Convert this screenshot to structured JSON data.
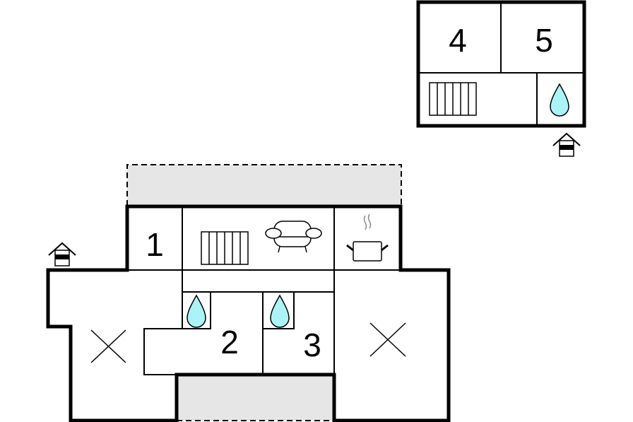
{
  "rooms": {
    "r1": "1",
    "r2": "2",
    "r3": "3",
    "r4": "4",
    "r5": "5"
  },
  "colors": {
    "terrace": "#e6e6e6",
    "water": "#aaf4f8",
    "wall": "#000000"
  },
  "icons": [
    "entrance-icon",
    "radiator-icon",
    "sofa-icon",
    "kitchen-pot-icon",
    "shower-drop-icon",
    "open-space-x-icon"
  ]
}
